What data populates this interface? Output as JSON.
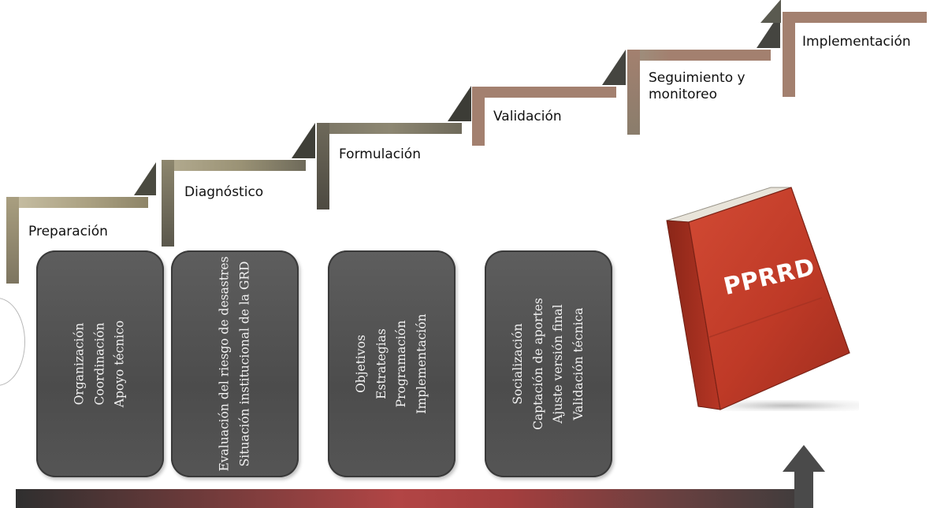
{
  "steps": [
    {
      "label": "Preparación"
    },
    {
      "label": "Diagnóstico"
    },
    {
      "label": "Formulación"
    },
    {
      "label": "Validación"
    },
    {
      "label": "Seguimiento y\nmonitoreo"
    },
    {
      "label": "Implementación"
    }
  ],
  "boxes": [
    {
      "lines": [
        "Organización",
        "Coordinación",
        "Apoyo técnico"
      ]
    },
    {
      "lines": [
        "Evaluación del riesgo de desastres",
        "Situación institucional de la GRD"
      ]
    },
    {
      "lines": [
        "Objetivos",
        "Estrategias",
        "Programación",
        "Implementación"
      ]
    },
    {
      "lines": [
        "Socialización",
        "Captación de aportes",
        "Ajuste versión final",
        "Validación técnica"
      ]
    }
  ],
  "book": {
    "title": "PPRRD"
  },
  "colors": {
    "step_gray": "#9c9373",
    "step_brown": "#a07a6a",
    "box": "#555555",
    "book_red": "#c23a28",
    "arrow_red": "#b24545"
  }
}
